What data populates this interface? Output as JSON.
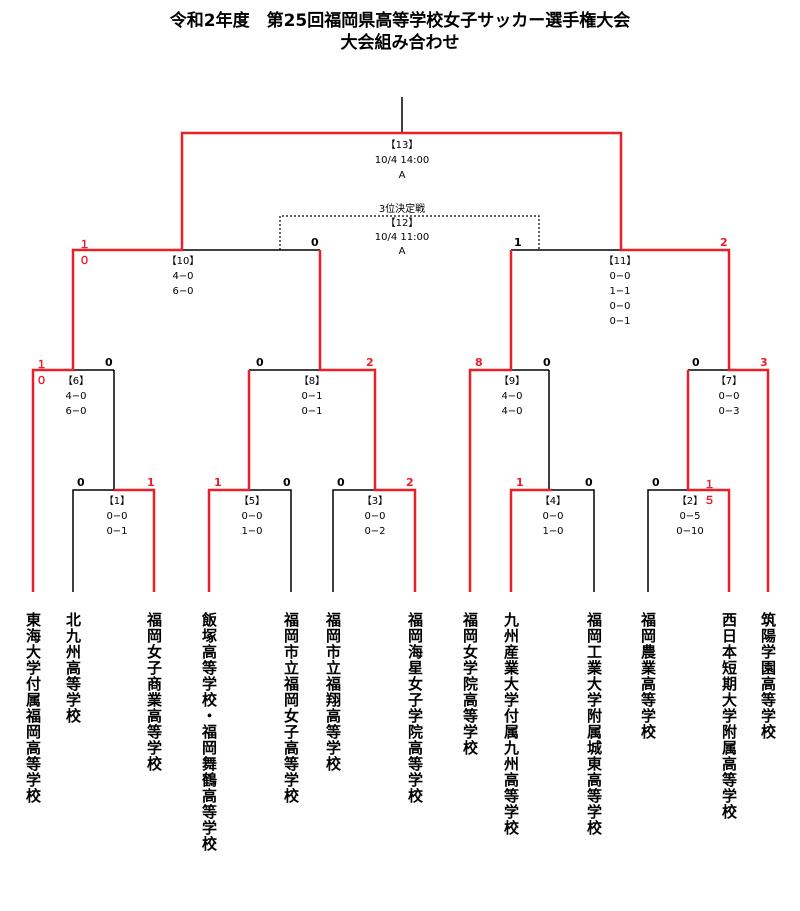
{
  "title": "令和2年度　第25回福岡県高等学校女子サッカー選手権大会",
  "subtitle": "大会組み合わせ",
  "colors": {
    "winner": "#e8202a",
    "line": "#000000",
    "score_red": "#e8202a"
  },
  "teams": [
    "東海大学付属福岡高等学校",
    "北九州高等学校",
    "福岡女子商業高等学校",
    "飯塚高等学校・福岡舞鶴高等学校",
    "福岡市立福岡女子高等学校",
    "福岡市立福翔高等学校",
    "福岡海星女子学院高等学校",
    "福岡女学院高等学校",
    "九州産業大学付属九州高等学校",
    "福岡工業大学附属城東高等学校",
    "福岡農業高等学校",
    "西日本短期大学附属高等学校",
    "筑陽学園高等学校"
  ],
  "matches": [
    {
      "id": "【1】",
      "lines": [
        "0−0",
        "0−1"
      ],
      "left": "0",
      "right": "1"
    },
    {
      "id": "【5】",
      "lines": [
        "0−0",
        "1−0"
      ],
      "left": "1",
      "right": "0"
    },
    {
      "id": "【3】",
      "lines": [
        "0−0",
        "0−2"
      ],
      "left": "0",
      "right": "2"
    },
    {
      "id": "【4】",
      "lines": [
        "0−0",
        "1−0"
      ],
      "left": "1",
      "right": "0"
    },
    {
      "id": "【2】",
      "lines": [
        "0−5",
        "0−10"
      ],
      "left": "0",
      "right": "１５"
    },
    {
      "id": "【6】",
      "lines": [
        "4−0",
        "6−0"
      ],
      "left": "１０",
      "right": "0"
    },
    {
      "id": "【8】",
      "lines": [
        "0−1",
        "0−1"
      ],
      "left": "0",
      "right": "2"
    },
    {
      "id": "【9】",
      "lines": [
        "4−0",
        "4−0"
      ],
      "left": "8",
      "right": "0"
    },
    {
      "id": "【7】",
      "lines": [
        "0−0",
        "0−3"
      ],
      "left": "0",
      "right": "3"
    },
    {
      "id": "【10】",
      "lines": [
        "4−0",
        "6−0"
      ],
      "left": "１０",
      "right": "0"
    },
    {
      "id": "【11】",
      "lines": [
        "0−0",
        "1−1",
        "0−0",
        "0−1"
      ],
      "left": "1",
      "right": "2"
    },
    {
      "id": "【12】",
      "label": "3位決定戦",
      "lines": [
        "10/4 11:00",
        "A"
      ]
    },
    {
      "id": "【13】",
      "lines": [
        "10/4 14:00",
        "A"
      ]
    }
  ]
}
